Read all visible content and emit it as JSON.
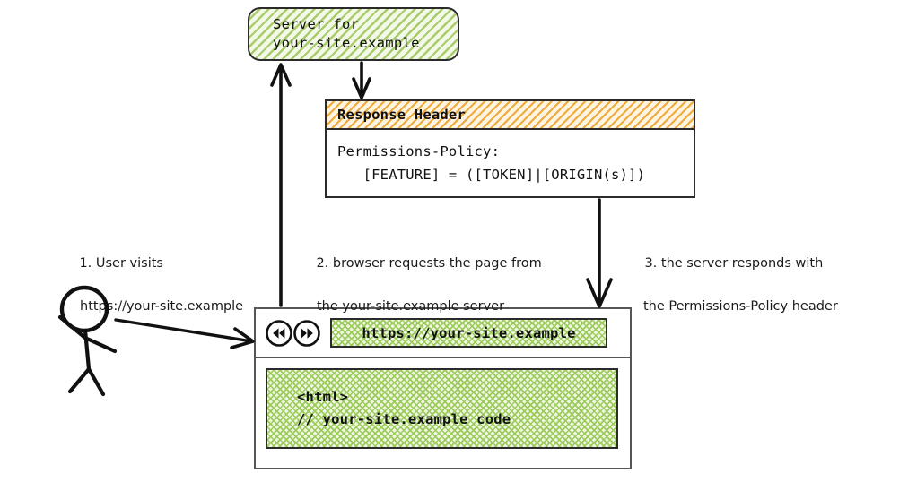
{
  "diagram": {
    "title_semantic": "permissions-policy-response-header-flow",
    "server_box": {
      "line1": "Server for",
      "line2": "your-site.example",
      "fill_color": "#a8cc6a",
      "pattern": "diagonal-hatch"
    },
    "response_header_box": {
      "titlebar": "Response Header",
      "titlebar_color": "#f0a93c",
      "body_line1": "Permissions-Policy:",
      "body_line2": "   [FEATURE] = ([TOKEN]|[ORIGIN(s)])"
    },
    "browser": {
      "back_icon": "rewind-icon",
      "forward_icon": "fast-forward-icon",
      "url": "https://your-site.example",
      "url_fill_color": "#9ccb5c",
      "page_line1": "<html>",
      "page_line2": "// your-site.example code"
    },
    "actor": {
      "icon": "stick-figure-user"
    },
    "annotations": [
      {
        "id": "step-1",
        "line1": "1. User visits",
        "line2": "https://your-site.example"
      },
      {
        "id": "step-2",
        "line1": "2. browser requests the page from",
        "line2": "the your-site.example server"
      },
      {
        "id": "step-3",
        "line1": "3. the server responds with",
        "line2": "the Permissions-Policy header"
      }
    ],
    "arrows": [
      {
        "id": "user-to-browser",
        "direction": "right"
      },
      {
        "id": "browser-to-server",
        "direction": "up"
      },
      {
        "id": "server-to-response-header",
        "direction": "down"
      },
      {
        "id": "response-header-to-browser",
        "direction": "down"
      }
    ]
  }
}
